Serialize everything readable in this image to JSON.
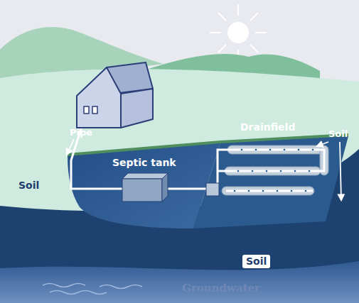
{
  "diagram": {
    "nodes": [
      {
        "text": [
          "Soil"
        ]
      }
    ],
    "labels": [
      "Pipe",
      "Drainfield",
      "Soil",
      "Septic tank",
      "Soil",
      "Groundwater"
    ]
  }
}
